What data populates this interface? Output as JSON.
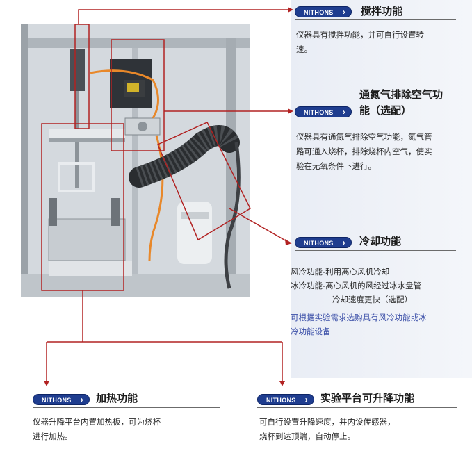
{
  "brand_badge": "NITHONS",
  "features": {
    "stirring": {
      "title": "搅拌功能",
      "desc": [
        "仪器具有搅拌功能，并可自行设置转",
        "速。"
      ]
    },
    "nitrogen": {
      "title_line1": "通氮气排除空气功",
      "title_line2": "能（选配）",
      "desc": [
        "仪器具有通氮气排除空气功能，氮气管",
        "路可通入烧杯，排除烧杯内空气，使实",
        "验在无氧条件下进行。"
      ]
    },
    "cooling": {
      "title": "冷却功能",
      "desc": [
        "风冷功能-利用离心风机冷却",
        "冰冷功能-离心风机的风经过冰水盘管",
        "冷却速度更快（选配）"
      ],
      "note": [
        "可根据实验需求选购具有风冷功能或冰",
        "冷功能设备"
      ]
    },
    "heating": {
      "title": "加热功能",
      "desc": [
        "仪器升降平台内置加热板，可为烧杯",
        "进行加热。"
      ]
    },
    "lifting": {
      "title": "实验平台可升降功能",
      "desc": [
        "可自行设置升降速度，并内设传感器，",
        "烧杯到达顶端，自动停止。"
      ]
    }
  },
  "colors": {
    "callout_line": "#b22222",
    "badge_fill": "#1f3d8f",
    "note_text": "#3b4fa8",
    "panel_tint": "#eef1f7"
  }
}
